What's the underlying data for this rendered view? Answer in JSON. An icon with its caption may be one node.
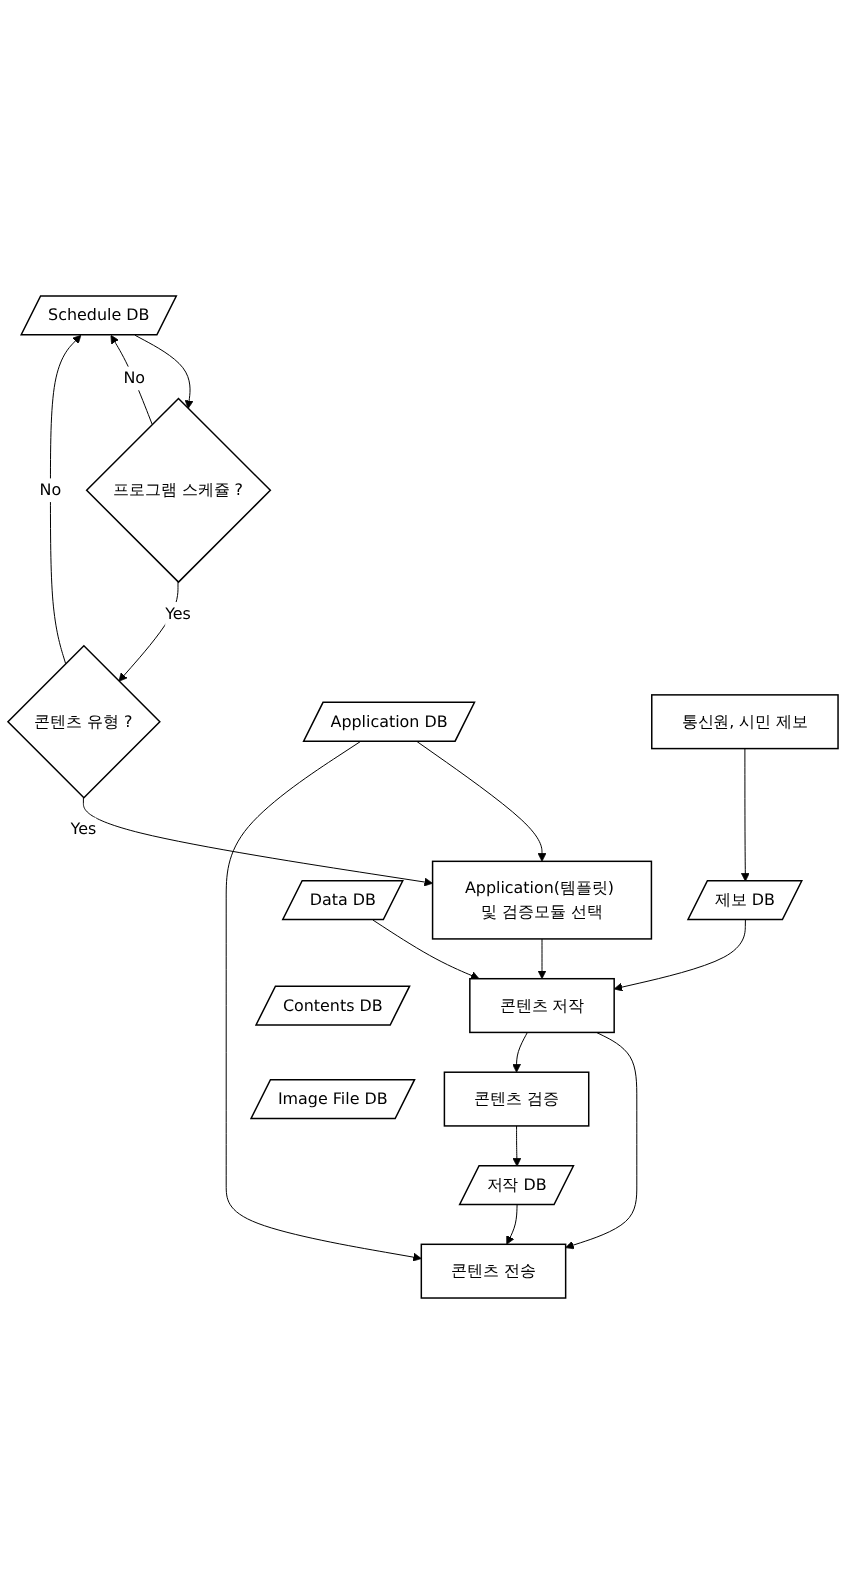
{
  "diagram": {
    "nodes": [
      {
        "text": [
          "Schedule DB"
        ]
      },
      {
        "text": [
          "프로그램 스케쥴 ?"
        ]
      },
      {
        "text": [
          "콘텐츠 유형 ?"
        ]
      },
      {
        "text": [
          "Application DB"
        ]
      },
      {
        "text": [
          "Application(템플릿) 및 검증모듈 선택"
        ]
      },
      {
        "text": [
          "Data DB"
        ]
      },
      {
        "text": [
          "Contents DB"
        ]
      },
      {
        "text": [
          "Image File DB"
        ]
      },
      {
        "text": [
          "콘텐츠 저작"
        ]
      },
      {
        "text": [
          "제보 DB"
        ]
      },
      {
        "text": [
          "콘텐츠 검증"
        ]
      },
      {
        "text": [
          "통신원, 시민 제보"
        ]
      },
      {
        "text": [
          "저작 DB"
        ]
      },
      {
        "text": [
          "콘텐츠 전송"
        ]
      }
    ],
    "edges": [
      {
        "from": 0,
        "to": 1,
        "arrow": "to"
      },
      {
        "from": 1,
        "to": 0,
        "arrow": "to",
        "label": "No"
      },
      {
        "from": 1,
        "to": 2,
        "arrow": "to",
        "label": "Yes"
      },
      {
        "from": 2,
        "to": 0,
        "arrow": "to",
        "label": "No"
      },
      {
        "from": 2,
        "to": 4,
        "arrow": "to",
        "label": "Yes"
      },
      {
        "from": 3,
        "to": 4,
        "arrow": "to"
      },
      {
        "from": 3,
        "to": 13,
        "arrow": "to"
      },
      {
        "from": 4,
        "to": 8,
        "arrow": "to"
      },
      {
        "from": 5,
        "to": 8,
        "arrow": "to"
      },
      {
        "from": 8,
        "to": 13,
        "arrow": "to"
      },
      {
        "from": 9,
        "to": 8,
        "arrow": "to"
      },
      {
        "from": 8,
        "to": 10,
        "arrow": "to"
      },
      {
        "from": 11,
        "to": 9,
        "arrow": "to"
      },
      {
        "from": 10,
        "to": 12,
        "arrow": "to"
      },
      {
        "from": 12,
        "to": 13,
        "arrow": "to"
      }
    ]
  }
}
